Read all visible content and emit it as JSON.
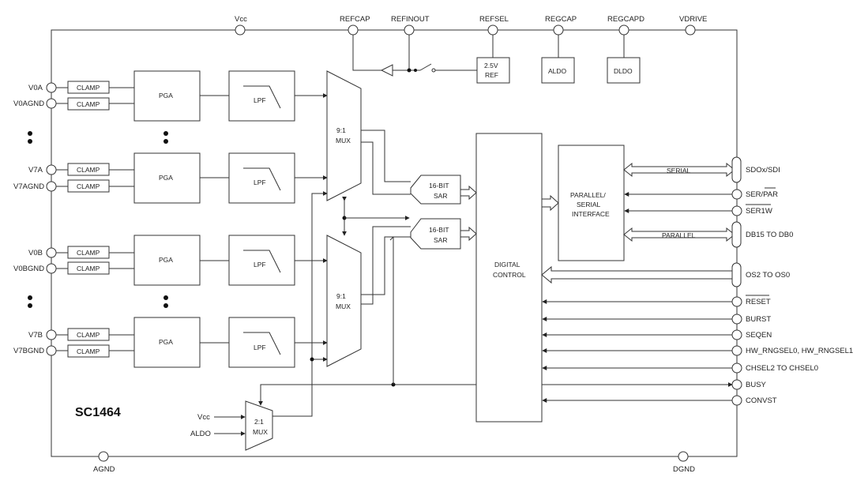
{
  "title": "SC1464",
  "top_pins": {
    "vcc": "Vcc",
    "refcap": "REFCAP",
    "refinout": "REFINOUT",
    "refsel": "REFSEL",
    "regcap": "REGCAP",
    "regcapd": "REGCAPD",
    "vdrive": "VDRIVE"
  },
  "bottom_pins": {
    "agnd": "AGND",
    "dgnd": "DGND"
  },
  "left_pins": {
    "v0a": "V0A",
    "v0agnd": "V0AGND",
    "v7a": "V7A",
    "v7agnd": "V7AGND",
    "v0b": "V0B",
    "v0bgnd": "V0BGND",
    "v7b": "V7B",
    "v7bgnd": "V7BGND"
  },
  "blocks": {
    "clamp": "CLAMP",
    "pga": "PGA",
    "lpf": "LPF",
    "mux_a": [
      "9:1",
      "MUX"
    ],
    "mux_b": [
      "9:1",
      "MUX"
    ],
    "sar_a": [
      "16-BIT",
      "SAR"
    ],
    "sar_b": [
      "16-BIT",
      "SAR"
    ],
    "ref": [
      "2.5V",
      "REF"
    ],
    "aldo": "ALDO",
    "dldo": "DLDO",
    "digital": [
      "DIGITAL",
      "CONTROL"
    ],
    "interface": [
      "PARALLEL/",
      "SERIAL",
      "INTERFACE"
    ],
    "mux2": [
      "2:1",
      "MUX"
    ]
  },
  "bus_labels": {
    "serial": "SERIAL",
    "parallel": "PARALLEL"
  },
  "mux2_inputs": {
    "vcc": "Vcc",
    "aldo": "ALDO"
  },
  "right_pins": {
    "sdo": "SDOx/SDI",
    "ser_par": "SER/PAR",
    "ser1w": "SER1W",
    "db": "DB15 TO DB0",
    "os": "OS2 TO OS0",
    "reset": "RESET",
    "burst": "BURST",
    "seqen": "SEQEN",
    "hw_rng": "HW_RNGSEL0, HW_RNGSEL1",
    "chsel": "CHSEL2 TO CHSEL0",
    "busy": "BUSY",
    "convst": "CONVST"
  }
}
